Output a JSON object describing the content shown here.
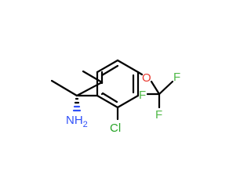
{
  "molecule": {
    "atoms": {
      "amine": {
        "symbol": "NH",
        "subscript": "2",
        "color": "#3050f8"
      },
      "chlorine": {
        "symbol": "Cl",
        "color": "#28a428"
      },
      "oxygen": {
        "symbol": "O",
        "color": "#e8382e"
      },
      "fluorine_top": {
        "symbol": "F",
        "color": "#50b848"
      },
      "fluorine_right": {
        "symbol": "F",
        "color": "#50b848"
      },
      "fluorine_bottom": {
        "symbol": "F",
        "color": "#50b848"
      }
    },
    "bond_color": "#000000"
  }
}
